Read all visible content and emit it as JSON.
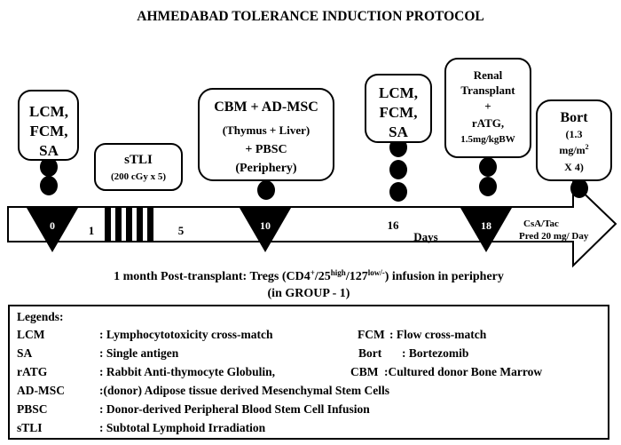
{
  "title": "AHMEDABAD TOLERANCE INDUCTION PROTOCOL",
  "events": {
    "lcm_initial": [
      "LCM,",
      "FCM,",
      "SA"
    ],
    "stli": {
      "label": "sTLI",
      "dose": "(200 cGy x 5)"
    },
    "cbm": [
      "CBM + AD-MSC",
      "(Thymus + Liver)",
      "+ PBSC",
      "(Periphery)"
    ],
    "lcm_repeat": [
      "LCM,",
      "FCM,",
      "SA"
    ],
    "transplant": [
      "Renal",
      "Transplant",
      "+",
      "rATG,",
      "1.5mg/kgBW"
    ],
    "bort": {
      "label": "Bort",
      "dose1": "(1.3",
      "dose2_base": "mg/m",
      "dose2_sup": "2",
      "dose3": "X 4)"
    }
  },
  "timeline": {
    "day0": "0",
    "day1": "1",
    "day5": "5",
    "day10": "10",
    "day16": "16",
    "days_label": "Days",
    "day18": "18",
    "csa": "CsA/Tac",
    "pred": "Pred 20 mg/ Day"
  },
  "post": {
    "part1": "1 month Post-transplant: Tregs (CD4",
    "sup1": "+",
    "part2": "/25",
    "sup2": "high",
    "part3": "/127",
    "sup3": "low/-",
    "part4": ") infusion in periphery",
    "line2": "(in GROUP - 1)"
  },
  "legend": {
    "header": "Legends:",
    "items": [
      {
        "abbr": "LCM",
        "def": ": Lymphocytotoxicity cross-match"
      },
      {
        "abbr": "SA",
        "def": ": Single antigen"
      },
      {
        "abbr": "rATG",
        "def": ": Rabbit Anti-thymocyte Globulin,"
      },
      {
        "abbr": "AD-MSC",
        "def": ":(donor) Adipose tissue derived Mesenchymal Stem Cells"
      },
      {
        "abbr": "PBSC",
        "def": ": Donor-derived Peripheral Blood Stem Cell Infusion"
      },
      {
        "abbr": "sTLI",
        "def": ": Subtotal Lymphoid Irradiation"
      }
    ],
    "right_items": [
      {
        "abbr": "FCM",
        "def": ": Flow cross-match"
      },
      {
        "abbr": "Bort",
        "def": ": Bortezomib"
      },
      {
        "abbr": "CBM",
        "def": ":Cultured donor Bone Marrow"
      }
    ]
  }
}
